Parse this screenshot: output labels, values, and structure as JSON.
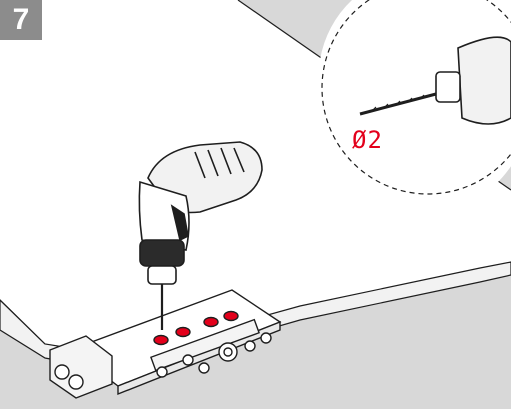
{
  "step": {
    "number": "7",
    "badge_color": "#8c8c8c"
  },
  "callout": {
    "drill_size_label": "Ø2",
    "label_color": "#e3001b"
  },
  "colors": {
    "background": "#d8d8d8",
    "board": "#ffffff",
    "marker": "#e3001b",
    "line": "#1e1e1e"
  },
  "icons": [
    "cordless-drill-illustration",
    "drill-bit-detail",
    "doweling-jig-illustration"
  ]
}
